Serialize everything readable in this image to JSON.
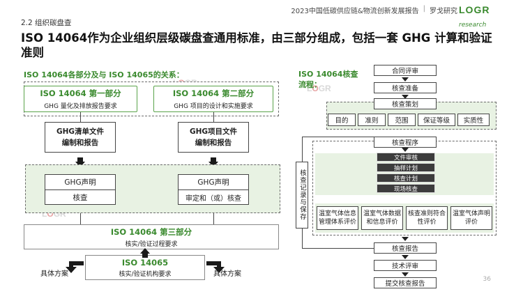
{
  "header": {
    "report_title": "2023中国低碳供应链&物流创新发展报告",
    "divider": "|",
    "org": "罗戈研究",
    "logo_main": "LOGR",
    "logo_sub": "research"
  },
  "section_label": "2.2 组织碳盘查",
  "main_title_line1": "ISO 14064作为企业组织层级碳盘查通用标准，由三部分组成，包括一套 GHG 计算和验证",
  "main_title_line2": "准则",
  "left": {
    "subtitle": "ISO 14064各部分及与 ISO 14065的关系：",
    "part1": {
      "title": "ISO 14064 第一部分",
      "desc": "GHG 量化及排放报告要求"
    },
    "part2": {
      "title": "ISO 14064 第二部分",
      "desc": "GHG 项目的设计和实施要求"
    },
    "doc1": {
      "line1": "GHG清单文件",
      "line2": "编制和报告"
    },
    "doc2": {
      "line1": "GHG项目文件",
      "line2": "编制和报告"
    },
    "decl1": {
      "top": "GHG声明",
      "bottom": "核查"
    },
    "decl2": {
      "top": "GHG声明",
      "bottom": "审定和（或）核查"
    },
    "part3": {
      "title": "ISO 14064 第三部分",
      "desc": "核实/验证过程要求"
    },
    "iso14065": {
      "title": "ISO 14065",
      "desc": "核实/验证机构要求"
    },
    "plan_left": "具体方案",
    "plan_right": "具体方案"
  },
  "right": {
    "subtitle_line1": "ISO 14064核查",
    "subtitle_line2": "流程：",
    "steps_top": [
      "合同评审",
      "核查准备",
      "核查策划"
    ],
    "planning_items": [
      "目的",
      "准则",
      "范围",
      "保证等级",
      "实质性"
    ],
    "procedure": "核查程序",
    "procedure_steps": [
      "文件审核",
      "抽样计划",
      "核查计划",
      "现场核查"
    ],
    "evaluations": [
      "温室气体信息管理体系评价",
      "温室气体数据和信息评价",
      "核查准则符合性评价",
      "温室气体声明评价"
    ],
    "record_label": "核查记录与保存",
    "steps_bottom": [
      "核查报告",
      "技术评审",
      "提交核查报告"
    ]
  },
  "page_number": "36",
  "colors": {
    "accent_green": "#3a8a2e",
    "box_fill_green": "#e8f2e3",
    "dark_band": "#3c3c3c"
  }
}
